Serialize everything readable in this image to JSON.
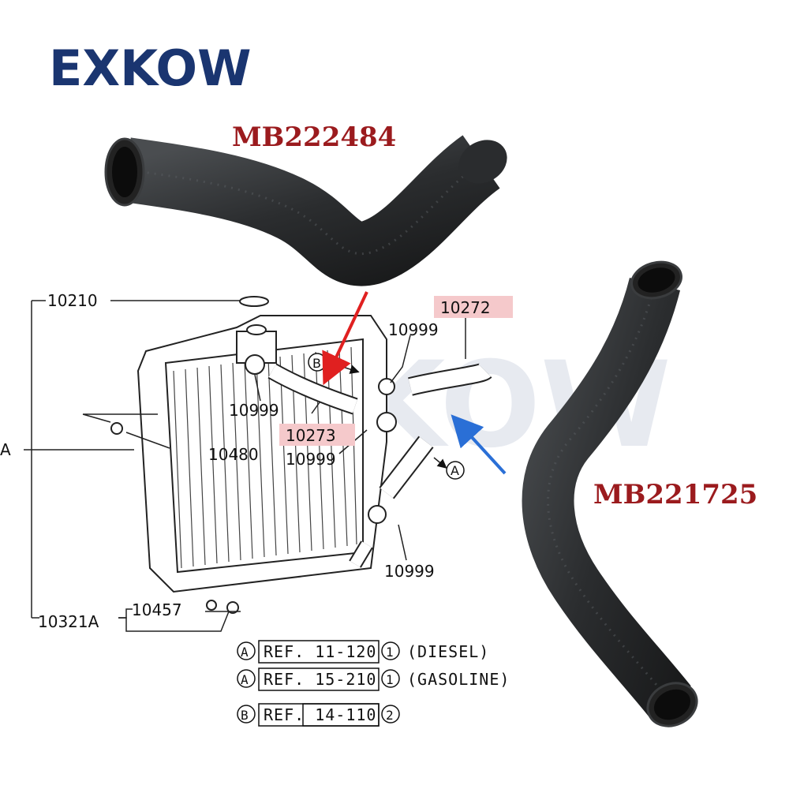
{
  "brand": "EXKOW",
  "watermark": "EXKOW",
  "parts": {
    "upper_hose": "MB222484",
    "lower_hose": "MB221725"
  },
  "diagram": {
    "callouts": {
      "c10210": "10210",
      "c10999a": "10999",
      "c10272": "10272",
      "c10999b": "10999",
      "c10273": "10273",
      "c10999c": "10999",
      "c10480": "10480",
      "c10999d": "10999",
      "c10457": "10457",
      "c10321A": "10321A",
      "cA": "A",
      "marker_b": "B",
      "marker_a": "A"
    },
    "references": [
      {
        "marker": "A",
        "ref": "REF. 11-120",
        "num": "1",
        "note": "(DIESEL)"
      },
      {
        "marker": "A",
        "ref": "REF. 15-210",
        "num": "1",
        "note": "(GASOLINE)"
      },
      {
        "marker": "B",
        "ref": "REF. 14-110",
        "num": "2",
        "note": ""
      }
    ]
  },
  "colors": {
    "brand": "#1a3570",
    "part_number": "#9b1b1e",
    "highlight": "#f5c9cb",
    "red_arrow": "#e02020",
    "blue_arrow": "#2a6fd6",
    "hose": "#2b2d2f",
    "watermark": "#dfe3ec"
  }
}
